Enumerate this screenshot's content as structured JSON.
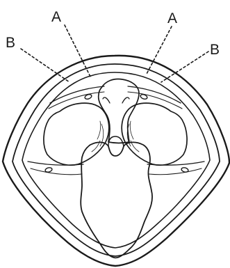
{
  "figure": {
    "labels": {
      "a_left": "A",
      "a_right": "A",
      "b_left": "B",
      "b_right": "B"
    },
    "stroke_color": "#1a1a1a",
    "background": "#ffffff"
  }
}
